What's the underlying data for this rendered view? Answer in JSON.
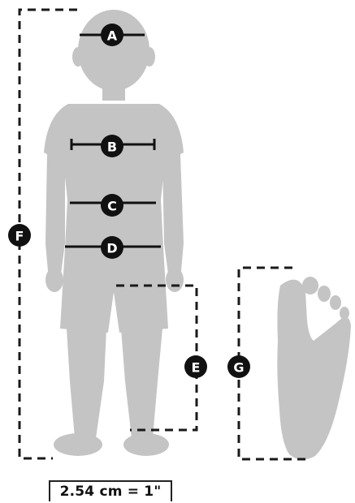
{
  "markers": {
    "a": "A",
    "b": "B",
    "c": "C",
    "d": "D",
    "e": "E",
    "f": "F",
    "g": "G"
  },
  "scale_note": "2.54 cm = 1\"",
  "colors": {
    "silhouette": "#c4c4c4",
    "marker": "#111111"
  }
}
